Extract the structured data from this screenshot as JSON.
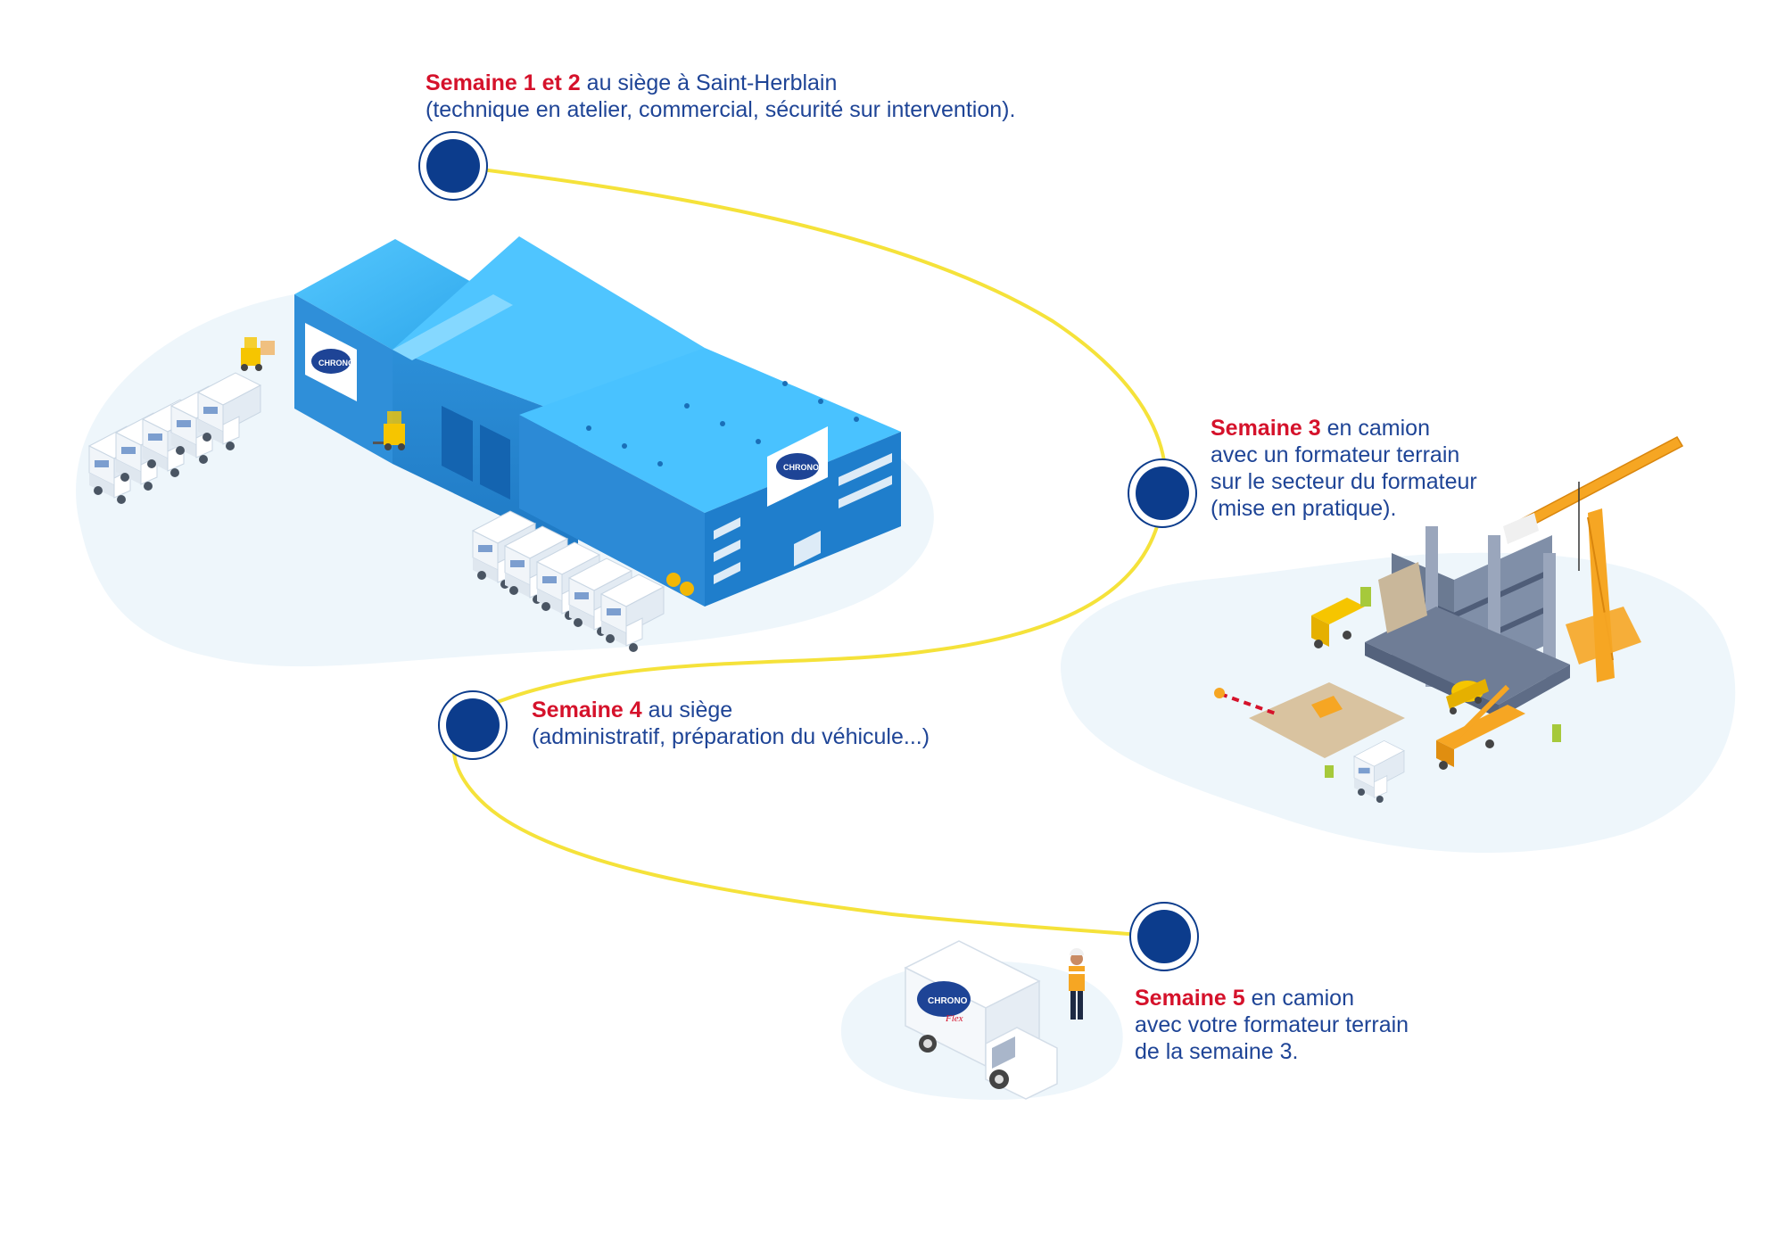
{
  "steps": [
    {
      "highlight": "Semaine 1 et 2",
      "text": " au siège à Saint-Herblain",
      "line2": "(technique en atelier, commercial, sécurité sur intervention)."
    },
    {
      "highlight": "Semaine 3",
      "text": " en camion",
      "line2": "avec un formateur terrain",
      "line3": "sur le secteur du formateur",
      "line4": "(mise en pratique)."
    },
    {
      "highlight": "Semaine 4",
      "text": " au siège",
      "line2": "(administratif, préparation du véhicule...)"
    },
    {
      "highlight": "Semaine 5",
      "text": " en camion",
      "line2": "avec votre formateur terrain",
      "line3": "de la semaine 3."
    }
  ],
  "brand": {
    "logo_text": "CHRONO",
    "logo_sub": "Flex"
  },
  "colors": {
    "highlight": "#d5122b",
    "text": "#1e4496",
    "node": "#0c3c8c",
    "path": "#f5e23a",
    "building": "#3db2ef",
    "crane": "#f6a623"
  }
}
